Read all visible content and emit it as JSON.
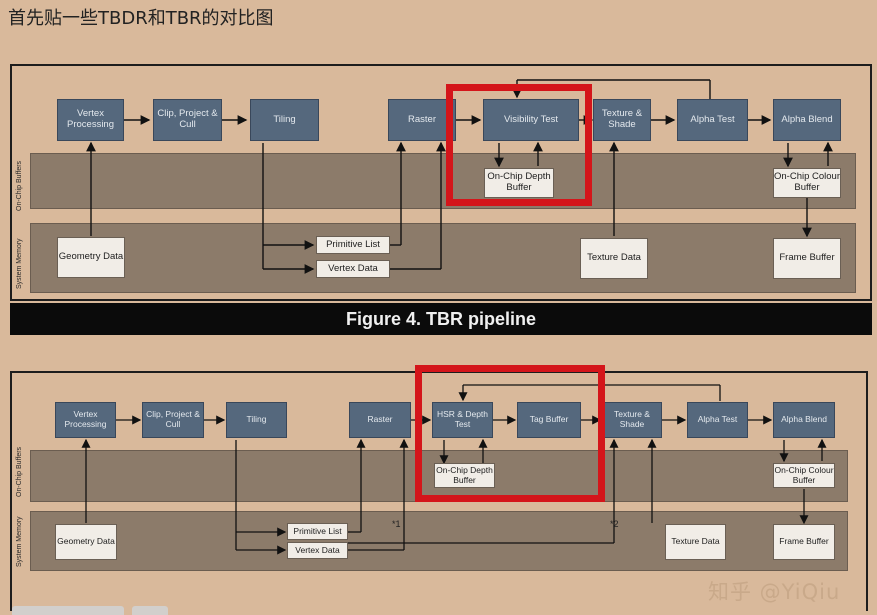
{
  "heading": "首先贴一些TBDR和TBR的对比图",
  "figure1": {
    "side_labels": {
      "on_chip": "On-Chip Buffers",
      "system_memory": "System Memory"
    },
    "stages": [
      "Vertex Processing",
      "Clip, Project & Cull",
      "Tiling",
      "Raster",
      "Visibility Test",
      "Texture & Shade",
      "Alpha Test",
      "Alpha Blend"
    ],
    "onchip": {
      "depth": "On-Chip Depth Buffer",
      "colour": "On-Chip Colour Buffer"
    },
    "memory": {
      "geometry": "Geometry Data",
      "primitive": "Primitive List",
      "vertex": "Vertex Data",
      "texture": "Texture Data",
      "frame": "Frame Buffer"
    },
    "caption": "Figure 4. TBR pipeline"
  },
  "figure2": {
    "side_labels": {
      "on_chip": "On-Chip Buffers",
      "system_memory": "System Memory"
    },
    "stages": [
      "Vertex Processing",
      "Clip, Project & Cull",
      "Tiling",
      "Raster",
      "HSR & Depth Test",
      "Tag Buffer",
      "Texture & Shade",
      "Alpha Test",
      "Alpha Blend"
    ],
    "onchip": {
      "depth": "On-Chip Depth Buffer",
      "colour": "On-Chip Colour Buffer"
    },
    "memory": {
      "geometry": "Geometry Data",
      "primitive": "Primitive List",
      "vertex": "Vertex Data",
      "texture": "Texture Data",
      "frame": "Frame Buffer"
    },
    "notes": [
      "*1",
      "*2"
    ]
  },
  "watermark": "知乎 @YiQiu"
}
